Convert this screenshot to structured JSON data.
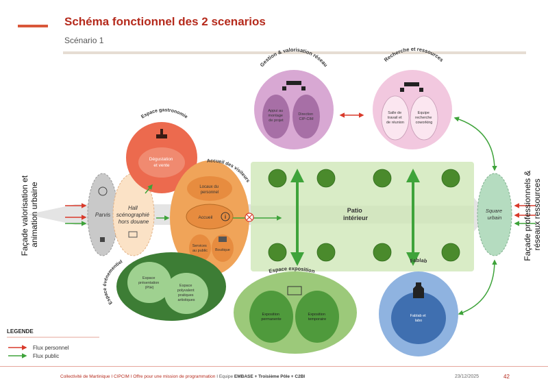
{
  "header": {
    "title": "Schéma fonctionnel des 2 scenarios",
    "subtitle": "Scénario 1"
  },
  "facades": {
    "left_line1": "Façade valorisation et",
    "left_line2": "animation urbaine",
    "right_line1": "Façade professionnels &",
    "right_line2": "réseaux ressources"
  },
  "zones": {
    "gestion": {
      "title": "Gestion & valorisation réseau",
      "item1": [
        "Appui au",
        "montage",
        "de projet"
      ],
      "item2": [
        "Direction",
        "CIP-CIM"
      ]
    },
    "recherche": {
      "title": "Recherche et ressources",
      "item1": [
        "Salle de",
        "travail et",
        "de réunion"
      ],
      "item2": [
        "Equipe",
        "recherche",
        "coworking"
      ]
    },
    "gastronomie": {
      "title": "Espace gastronomie",
      "item1": [
        "Dégustation",
        "et vente"
      ]
    },
    "accueil": {
      "title": "Accueil des visiteurs",
      "locaux": [
        "Locaux du",
        "personnel"
      ],
      "accueil": "Accueil",
      "services": [
        "Services",
        "au public"
      ],
      "boutique": "Boutique"
    },
    "parvis": "Parvis",
    "hall": [
      "Hall",
      "scénographié",
      "hors douane"
    ],
    "patio": [
      "Patio",
      "intérieur"
    ],
    "square": [
      "Square",
      "urbain"
    ],
    "evenementiel": {
      "title": "Espace événementiel",
      "item1": [
        "Espace",
        "présentation",
        "(PIH)"
      ],
      "item2": [
        "Espace",
        "polyvalent",
        "pratiques",
        "artistiques"
      ]
    },
    "exposition": {
      "title": "Espace exposition",
      "item1": [
        "Exposition",
        "permanente"
      ],
      "item2": [
        "Exposition",
        "temporaire"
      ]
    },
    "fablab": {
      "title": "Fablab",
      "item1": [
        "Fablab et",
        "labo"
      ]
    }
  },
  "legend": {
    "title": "LEGENDE",
    "items": [
      {
        "label": "Flux personnel",
        "color": "#d93a2b"
      },
      {
        "label": "Flux public",
        "color": "#3ea33a"
      }
    ]
  },
  "footer": {
    "client": "Collectivité de Martinique",
    "sep1": " I ",
    "org": "CIPCIM",
    "sep2": " I ",
    "mission": "Offre pour une mission de programmation",
    "sep3": "  I  Equipe ",
    "team": "EMBASE + Troisième Pôle + C2BI",
    "date": "23/12/2025",
    "page": "42"
  },
  "colors": {
    "title": "#b52a1c",
    "flux_personnel": "#d93a2b",
    "flux_public": "#3ea33a",
    "gestion": "#d8a8d3",
    "recherche": "#f2c8df",
    "gastronomie": "#ec6a4e",
    "accueil": "#f0a459",
    "evenementiel": "#3d7d35",
    "exposition": "#9cc97a",
    "fablab": "#8fb3e0",
    "patio": "#d9ecc6",
    "square": "#b5dcc0",
    "parvis": "#c9c9c9"
  }
}
